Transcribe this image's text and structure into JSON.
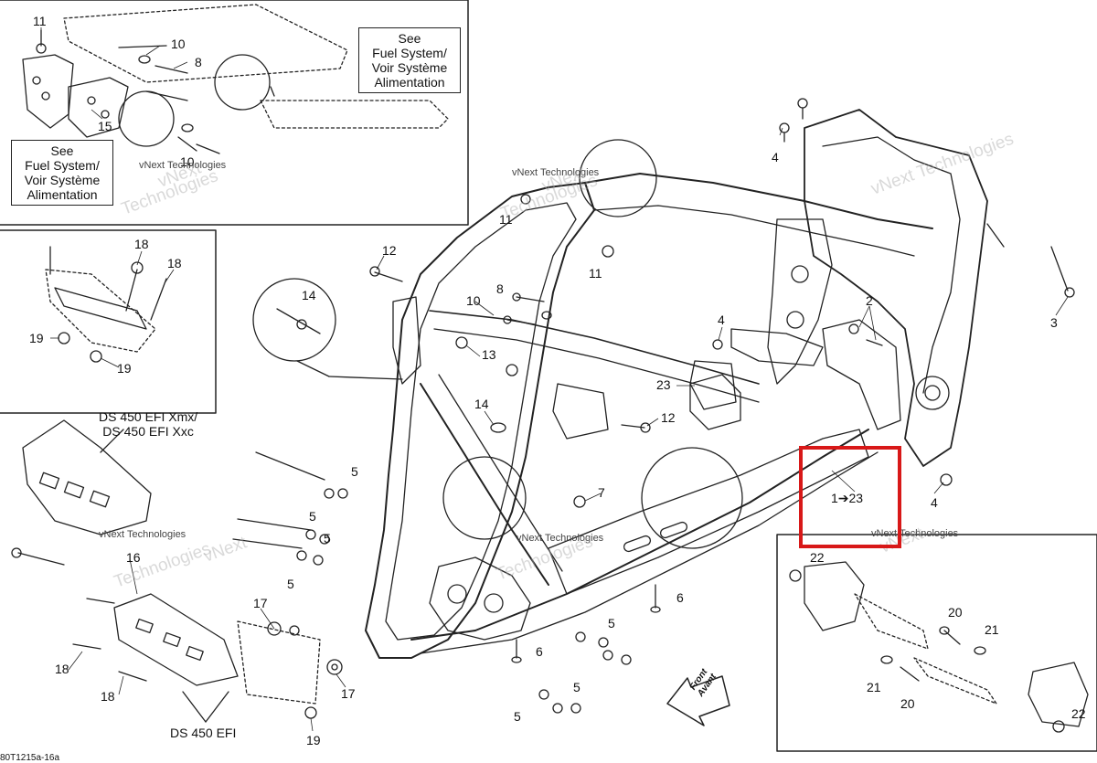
{
  "callouts": [
    {
      "text": "11"
    },
    {
      "text": "10"
    },
    {
      "text": "8"
    },
    {
      "text": "15"
    },
    {
      "text": "10"
    },
    {
      "text": "18"
    },
    {
      "text": "18"
    },
    {
      "text": "19"
    },
    {
      "text": "19"
    },
    {
      "text": "16"
    },
    {
      "text": "18"
    },
    {
      "text": "18"
    },
    {
      "text": "17"
    },
    {
      "text": "17"
    },
    {
      "text": "19"
    },
    {
      "text": "12"
    },
    {
      "text": "14"
    },
    {
      "text": "10"
    },
    {
      "text": "8"
    },
    {
      "text": "13"
    },
    {
      "text": "14"
    },
    {
      "text": "12"
    },
    {
      "text": "7"
    },
    {
      "text": "5"
    },
    {
      "text": "5"
    },
    {
      "text": "5"
    },
    {
      "text": "5"
    },
    {
      "text": "6"
    },
    {
      "text": "6"
    },
    {
      "text": "5"
    },
    {
      "text": "5"
    },
    {
      "text": "5"
    },
    {
      "text": "11"
    },
    {
      "text": "11"
    },
    {
      "text": "4"
    },
    {
      "text": "23"
    },
    {
      "text": "4"
    },
    {
      "text": "2"
    },
    {
      "text": "3"
    },
    {
      "text": "4"
    },
    {
      "text": "22"
    },
    {
      "text": "20"
    },
    {
      "text": "21"
    },
    {
      "text": "21"
    },
    {
      "text": "20"
    },
    {
      "text": "22"
    }
  ],
  "notes": {
    "fuel_top": "See\nFuel System/\nVoir Système\nAlimentation",
    "fuel_left": "See\nFuel System/\nVoir Système\nAlimentation"
  },
  "models": {
    "xmx_xxc": "DS 450 EFI Xmx/\nDS 450 EFI Xxc",
    "efi": "DS 450 EFI"
  },
  "watermark": {
    "company": "vNext Technologies",
    "brand_line1": "vNext",
    "brand_line2": "Technologies"
  },
  "highlight": {
    "range": "1➔23",
    "color": "#d81818"
  },
  "front_arrow": "Front\nAvant",
  "doc_code": "80T1215a-16a"
}
